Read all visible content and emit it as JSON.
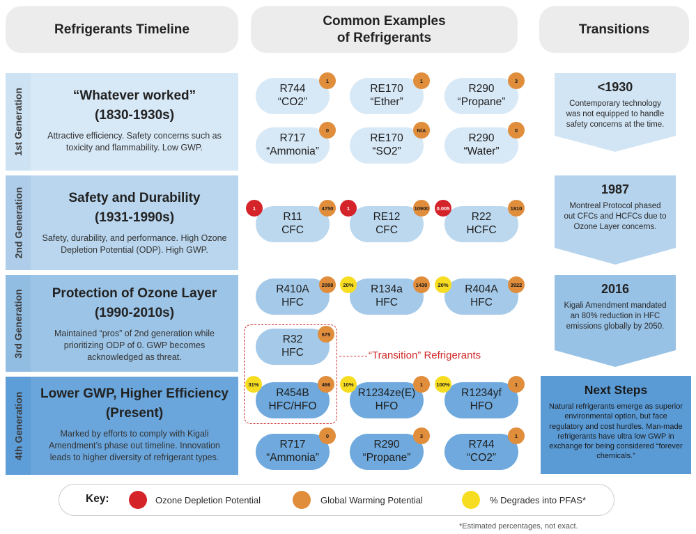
{
  "headers": {
    "timeline": "Refrigerants Timeline",
    "examples_line1": "Common Examples",
    "examples_line2": "of Refrigerants",
    "transitions": "Transitions"
  },
  "generations": [
    {
      "side_label": "1st Generation",
      "title": "“Whatever worked”",
      "years": "(1830-1930s)",
      "description": "Attractive efficiency. Safety concerns such as toxicity and flammability. Low GWP.",
      "refrigerants": [
        {
          "line1": "R744",
          "line2": "“CO2”",
          "gwp": "1"
        },
        {
          "line1": "RE170",
          "line2": "“Ether”",
          "gwp": "1"
        },
        {
          "line1": "R290",
          "line2": "“Propane”",
          "gwp": "3"
        },
        {
          "line1": "R717",
          "line2": "“Ammonia”",
          "gwp": "0"
        },
        {
          "line1": "RE170",
          "line2": "“SO2”",
          "gwp": "N/A"
        },
        {
          "line1": "R290",
          "line2": "“Water”",
          "gwp": "0"
        }
      ]
    },
    {
      "side_label": "2nd Generation",
      "title": "Safety and Durability",
      "years": "(1931-1990s)",
      "description": "Safety, durability, and performance. High Ozone Depletion Potential (ODP). High GWP.",
      "refrigerants": [
        {
          "line1": "R11",
          "line2": "CFC",
          "odp": "1",
          "gwp": "4750"
        },
        {
          "line1": "RE12",
          "line2": "CFC",
          "odp": "1",
          "gwp": "10900"
        },
        {
          "line1": "R22",
          "line2": "HCFC",
          "odp": "0.005",
          "gwp": "1810"
        }
      ]
    },
    {
      "side_label": "3rd Generation",
      "title": "Protection of Ozone Layer",
      "years": "(1990-2010s)",
      "description": "Maintained “pros” of 2nd generation while prioritizing ODP of 0. GWP becomes acknowledged as threat.",
      "refrigerants": [
        {
          "line1": "R410A",
          "line2": "HFC",
          "gwp": "2088"
        },
        {
          "line1": "R134a",
          "line2": "HFC",
          "pfas": "20%",
          "gwp": "1430"
        },
        {
          "line1": "R404A",
          "line2": "HFC",
          "pfas": "20%",
          "gwp": "3922"
        },
        {
          "line1": "R32",
          "line2": "HFC",
          "gwp": "675"
        }
      ]
    },
    {
      "side_label": "4th Generation",
      "title": "Lower GWP, Higher Efficiency",
      "years": "(Present)",
      "description": "Marked by efforts to comply with Kigali Amendment’s phase out timeline. Innovation leads to higher diversity of refrigerant types.",
      "refrigerants": [
        {
          "line1": "R454B",
          "line2": "HFC/HFO",
          "pfas": "31%",
          "gwp": "466"
        },
        {
          "line1": "R1234ze(E)",
          "line2": "HFO",
          "pfas": "10%",
          "gwp": "1"
        },
        {
          "line1": "R1234yf",
          "line2": "HFO",
          "pfas": "100%",
          "gwp": "1"
        },
        {
          "line1": "R717",
          "line2": "“Ammonia”",
          "gwp": "0"
        },
        {
          "line1": "R290",
          "line2": "“Propane”",
          "gwp": "3"
        },
        {
          "line1": "R744",
          "line2": "“CO2”",
          "gwp": "1"
        }
      ]
    }
  ],
  "transitions": [
    {
      "year": "<1930",
      "text": "Contemporary technology was not equipped to handle safety concerns at the time."
    },
    {
      "year": "1987",
      "text": "Montreal Protocol phased out CFCs and HCFCs due to Ozone Layer concerns."
    },
    {
      "year": "2016",
      "text": "Kigali Amendment mandated an 80% reduction in HFC emissions globally by 2050."
    },
    {
      "year": "Next Steps",
      "text": "Natural refrigerants emerge as superior environmental option, but face regulatory and cost hurdles. Man-made refrigerants have ultra low GWP in exchange for being considered “forever chemicals.”"
    }
  ],
  "transition_refrigerants_label": "“Transition” Refrigerants",
  "key": {
    "title": "Key:",
    "odp_label": "Ozone Depletion Potential",
    "gwp_label": "Global Warming Potential",
    "pfas_label": "% Degrades into PFAS*",
    "odp_color": "#d5232a",
    "gwp_color": "#e08d3c",
    "pfas_color": "#f7dd22"
  },
  "footnote": "*Estimated percentages, not exact."
}
